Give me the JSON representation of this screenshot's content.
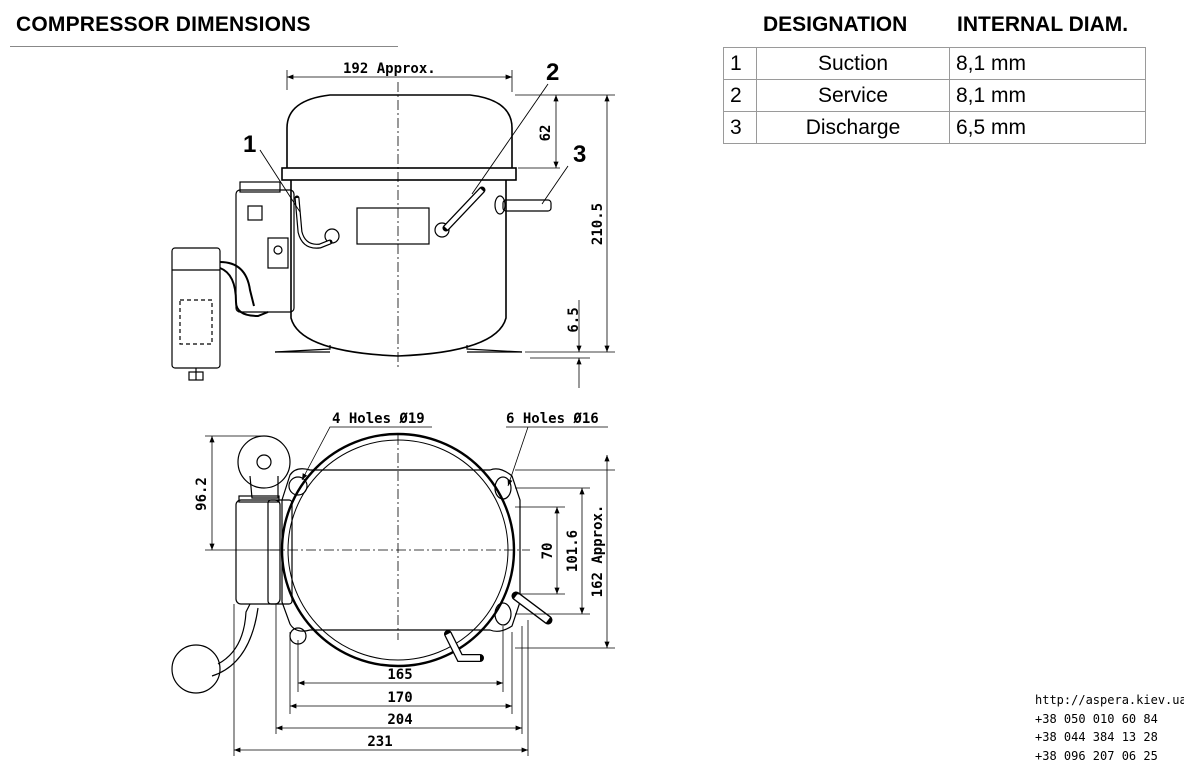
{
  "title": "COMPRESSOR DIMENSIONS",
  "table": {
    "headers": [
      "DESIGNATION",
      "INTERNAL DIAM."
    ],
    "rows": [
      {
        "num": "1",
        "name": "Suction",
        "diam": "8,1 mm"
      },
      {
        "num": "2",
        "name": "Service",
        "diam": "8,1 mm"
      },
      {
        "num": "3",
        "name": "Discharge",
        "diam": "6,5 mm"
      }
    ]
  },
  "front_view": {
    "dim_width": "192 Approx.",
    "dim_dome": "62",
    "dim_height": "210.5",
    "dim_foot": "6.5",
    "callouts": [
      "1",
      "2",
      "3"
    ]
  },
  "top_view": {
    "holes_left": "4 Holes Ø19",
    "holes_right": "6 Holes Ø16",
    "dim_left_height": "96.2",
    "dim_70": "70",
    "dim_101": "101.6",
    "dim_162": "162 Approx.",
    "dim_165": "165",
    "dim_170": "170",
    "dim_204": "204",
    "dim_231": "231"
  },
  "contact": {
    "url": "http://aspera.kiev.ua/",
    "phones": [
      "+38 050 010 60 84",
      "+38 044 384 13 28",
      "+38 096 207 06 25"
    ]
  }
}
